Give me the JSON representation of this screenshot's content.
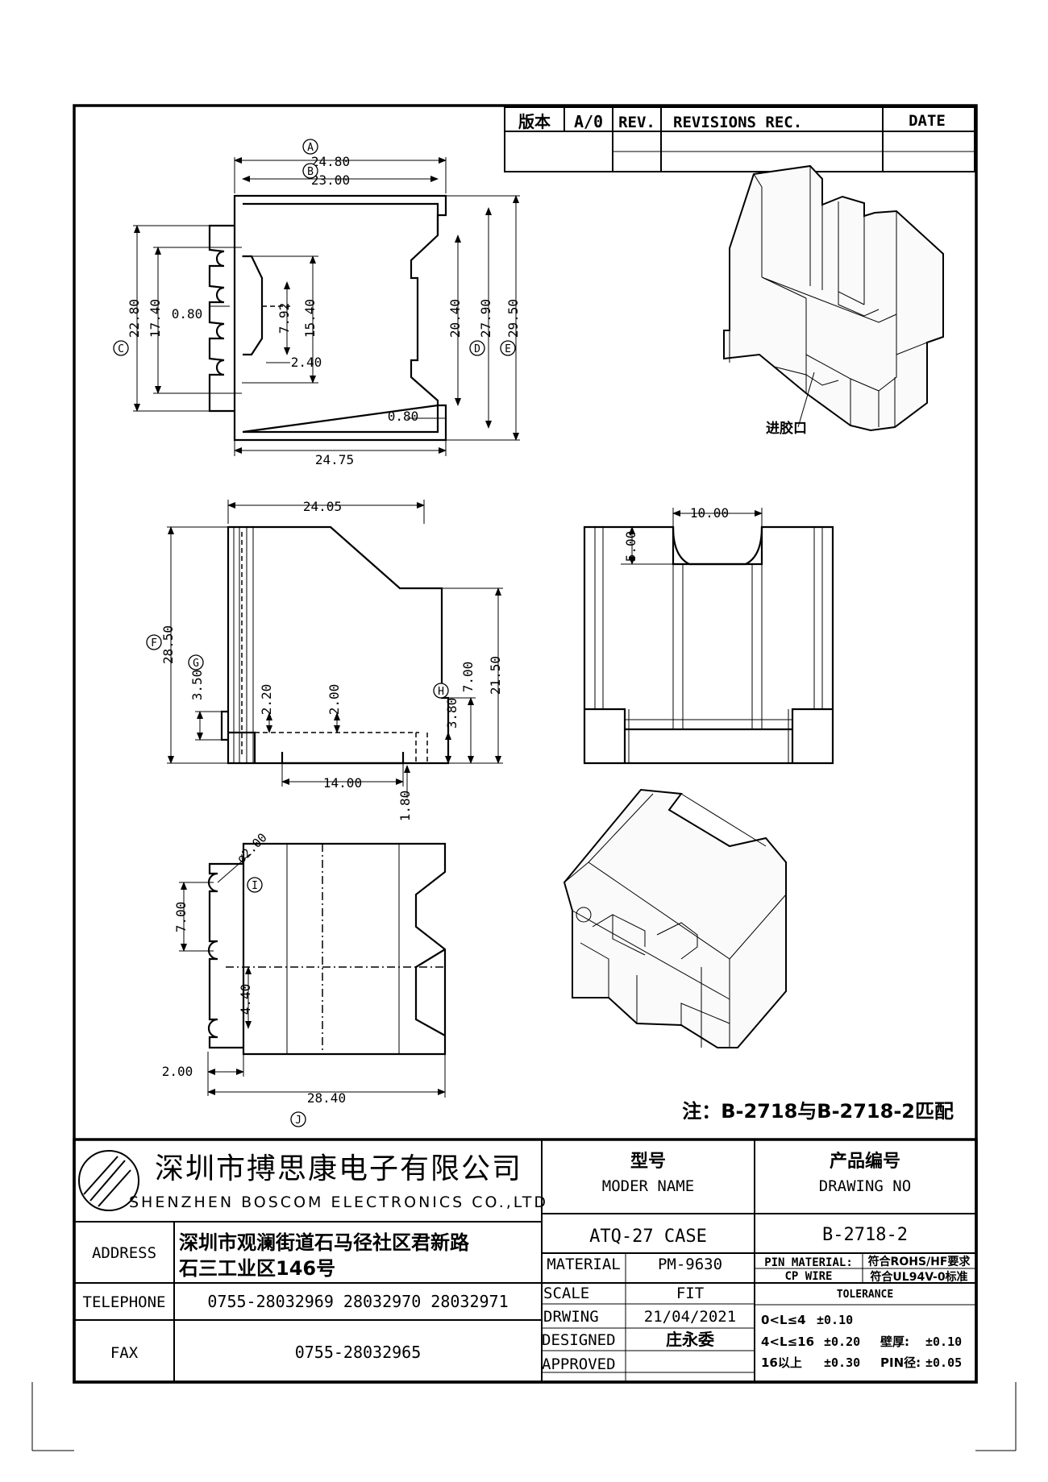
{
  "revision_table": {
    "version_label": "版本",
    "version_value": "A/0",
    "rev_label": "REV.",
    "records_label": "REVISIONS REC.",
    "date_label": "DATE"
  },
  "top_view": {
    "dims": {
      "A": "24.80",
      "B": "23.00",
      "C": "22.80",
      "h17": "17.40",
      "w080": "0.80",
      "h792": "7.92",
      "h1540": "15.40",
      "w240": "2.40",
      "h2040": "20.40",
      "D": "27.90",
      "E": "29.50",
      "w080b": "0.80",
      "bottom": "24.75"
    },
    "markers": {
      "A": "A",
      "B": "B",
      "C": "C",
      "D": "D",
      "E": "E"
    }
  },
  "side_view": {
    "dims": {
      "top": "24.05",
      "F": "28.50",
      "G": "3.50",
      "h220": "2.20",
      "h200": "2.00",
      "h700": "7.00",
      "h380": "3.80",
      "h2150": "21.50",
      "w1400": "14.00",
      "w180": "1.80"
    },
    "markers": {
      "F": "F",
      "G": "G",
      "H": "H"
    }
  },
  "front_view": {
    "dims": {
      "w1000": "10.00",
      "h500": "5.00"
    }
  },
  "bottom_view": {
    "dims": {
      "dia": "ø2.00",
      "h700": "7.00",
      "h440": "4.40",
      "w200": "2.00",
      "J": "28.40"
    },
    "markers": {
      "I": "I",
      "J": "J"
    }
  },
  "gate_label": "进胶口",
  "note": "注：B-2718与B-2718-2匹配",
  "title_block": {
    "company_cn": "深圳市搏思康电子有限公司",
    "company_en": "SHENZHEN BOSCOM ELECTRONICS CO.,LTD",
    "address_label": "ADDRESS",
    "address_line1": "深圳市观澜街道石马径社区君新路",
    "address_line2": "石三工业区146号",
    "telephone_label": "TELEPHONE",
    "telephone_value": "0755-28032969 28032970 28032971",
    "fax_label": "FAX",
    "fax_value": "0755-28032965",
    "model_label_cn": "型号",
    "model_label_en": "MODER NAME",
    "model_value": "ATQ-27 CASE",
    "drawing_label_cn": "产品编号",
    "drawing_label_en": "DRAWING NO",
    "drawing_value": "B-2718-2",
    "material_label": "MATERIAL",
    "material_value": "PM-9630",
    "scale_label": "SCALE",
    "scale_value": "FIT",
    "drwing_label": "DRWING",
    "drwing_value": "21/04/2021",
    "designed_label": "DESIGNED",
    "designed_value": "庄永委",
    "approved_label": "APPROVED",
    "approved_value": "",
    "pin_material_label": "PIN MATERIAL:",
    "pin_material_value": "CP WIRE",
    "rohs": "符合ROHS/HF要求",
    "ul": "符合UL94V-0标准",
    "tolerance_label": "TOLERANCE",
    "tol1_range": "0<L≤4",
    "tol1_value": "±0.10",
    "tol2_range": "4<L≤16",
    "tol2_value": "±0.20",
    "tol3_range": "16以上",
    "tol3_value": "±0.30",
    "wall_label": "壁厚:",
    "wall_value": "±0.10",
    "pin_dia_label": "PIN径:",
    "pin_dia_value": "±0.05"
  }
}
